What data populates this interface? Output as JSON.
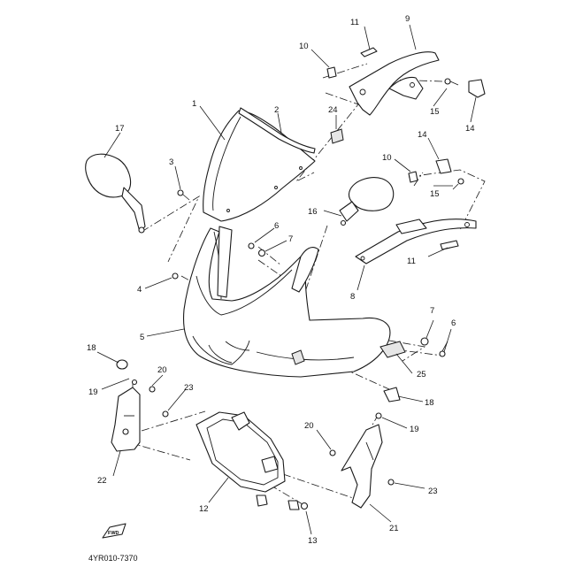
{
  "diagram_code": "4YR010-7370",
  "fwd_label": "FWD",
  "callouts": {
    "c1": "1",
    "c2": "2",
    "c3": "3",
    "c4": "4",
    "c5": "5",
    "c6a": "6",
    "c6b": "6",
    "c7a": "7",
    "c7b": "7",
    "c8": "8",
    "c9": "9",
    "c10a": "10",
    "c10b": "10",
    "c11a": "11",
    "c11b": "11",
    "c12": "12",
    "c13": "13",
    "c14a": "14",
    "c14b": "14",
    "c15a": "15",
    "c15b": "15",
    "c16": "16",
    "c17": "17",
    "c18a": "18",
    "c18b": "18",
    "c19a": "19",
    "c19b": "19",
    "c20a": "20",
    "c20b": "20",
    "c21": "21",
    "c22": "22",
    "c23a": "23",
    "c23b": "23",
    "c24": "24",
    "c25": "25"
  }
}
